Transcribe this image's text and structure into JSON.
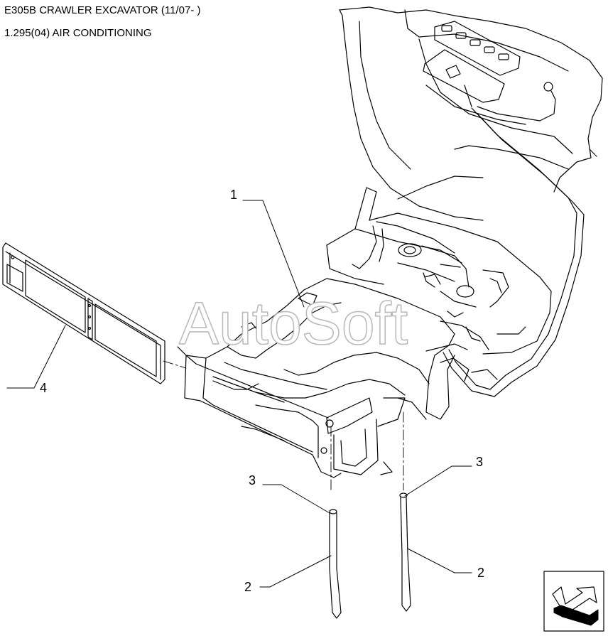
{
  "header": {
    "model_title": "E305B CRAWLER EXCAVATOR (11/07- )",
    "section_title": "1.295(04) AIR CONDITIONING"
  },
  "watermark": "AutoSoft",
  "callouts": {
    "part_1": "1",
    "part_2_left": "2",
    "part_2_right": "2",
    "part_3_left": "3",
    "part_3_right": "3",
    "part_4": "4"
  },
  "icons": {
    "navigation": "next-page-arrow-icon"
  },
  "colors": {
    "line": "#000000",
    "watermark_outline": "#b8b8b8",
    "background": "#ffffff"
  }
}
